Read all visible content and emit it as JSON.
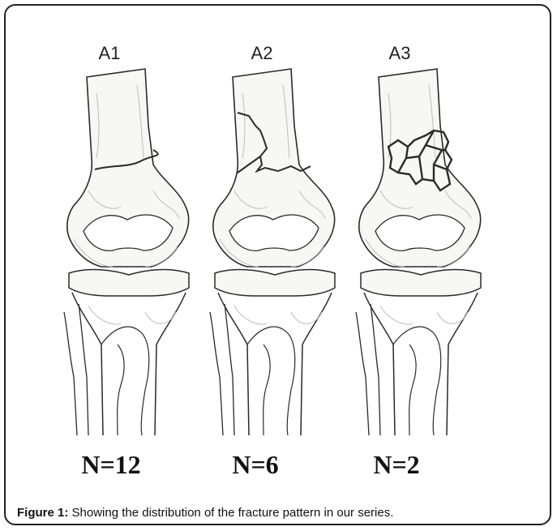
{
  "panels": [
    {
      "label": "A1",
      "count": "N=12"
    },
    {
      "label": "A2",
      "count": "N=6"
    },
    {
      "label": "A3",
      "count": "N=2"
    }
  ],
  "caption": {
    "prefix": "Figure 1:",
    "text": " Showing the distribution of the fracture pattern in our series."
  },
  "colors": {
    "line": "#2a2a2a",
    "bone_fill": "#f7f7f5",
    "shade": "#bdbdbd"
  }
}
